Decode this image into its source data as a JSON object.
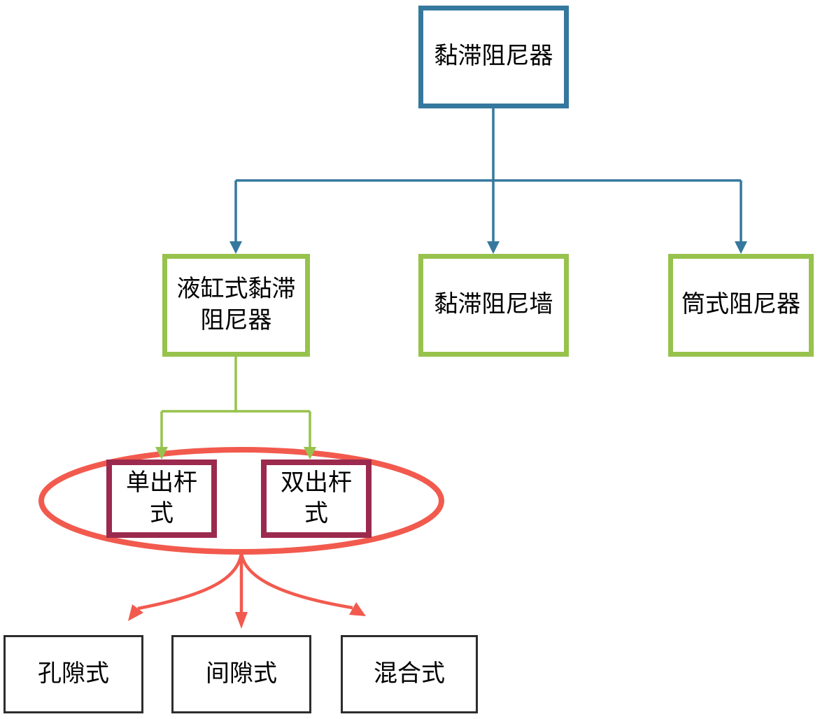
{
  "colors": {
    "root_border": "#35789e",
    "connector_blue": "#35789e",
    "level2_border": "#97c24c",
    "connector_green": "#97c24c",
    "rod_border": "#9b2a4e",
    "ellipse_red": "#f25a4e",
    "leaf_border": "#2d2d2d",
    "node_fill": "#ffffff",
    "text": "#000000"
  },
  "nodes": {
    "root": {
      "label": "黏滞阻尼器"
    },
    "level2": [
      {
        "label": "液缸式黏滞\n阻尼器"
      },
      {
        "label": "黏滞阻尼墙"
      },
      {
        "label": "筒式阻尼器"
      }
    ],
    "rod_types": [
      {
        "label": "单出杆\n式"
      },
      {
        "label": "双出杆\n式"
      }
    ],
    "leaf_types": [
      {
        "label": "孔隙式"
      },
      {
        "label": "间隙式"
      },
      {
        "label": "混合式"
      }
    ]
  }
}
